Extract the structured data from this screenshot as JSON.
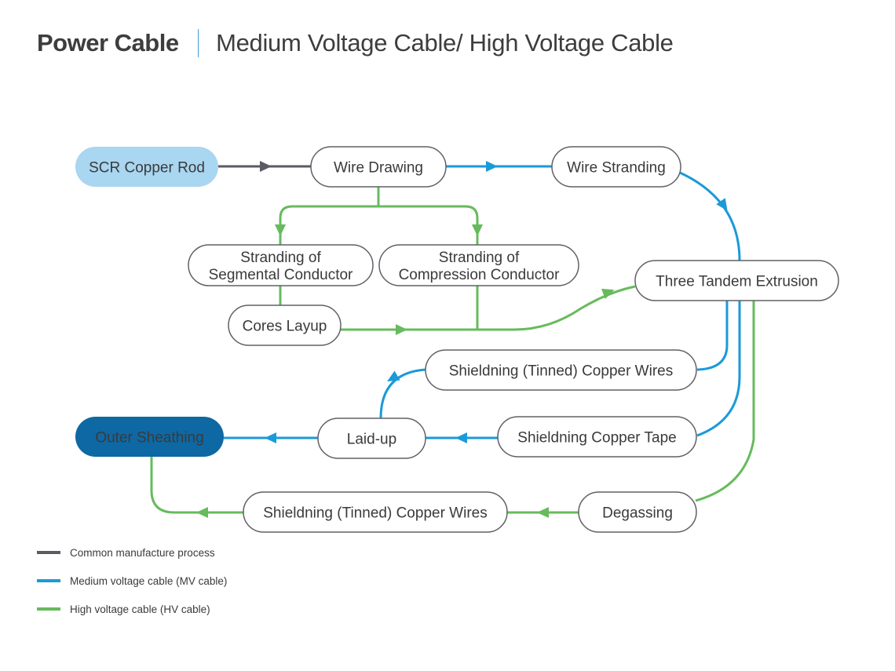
{
  "header": {
    "title": "Power Cable",
    "subtitle": "Medium Voltage Cable/ High Voltage Cable"
  },
  "colors": {
    "common": "#5a5b63",
    "mv": "#1a9ad9",
    "hv": "#66bb5c",
    "start_fill": "#a9d6f0",
    "end_fill": "#0e68a3",
    "node_border": "#606066"
  },
  "nodes": {
    "scr_copper_rod": {
      "lines": [
        "SCR Copper Rod"
      ]
    },
    "wire_drawing": {
      "lines": [
        "Wire Drawing"
      ]
    },
    "wire_stranding": {
      "lines": [
        "Wire Stranding"
      ]
    },
    "stranding_segmental": {
      "lines": [
        "Stranding of",
        "Segmental Conductor"
      ]
    },
    "stranding_compression": {
      "lines": [
        "Stranding of",
        "Compression Conductor"
      ]
    },
    "three_tandem_extrusion": {
      "lines": [
        "Three Tandem Extrusion"
      ]
    },
    "cores_layup": {
      "lines": [
        "Cores Layup"
      ]
    },
    "shielding_tinned_wires_mv": {
      "lines": [
        "Shieldning (Tinned) Copper Wires"
      ]
    },
    "laid_up": {
      "lines": [
        "Laid-up"
      ]
    },
    "shielding_copper_tape": {
      "lines": [
        "Shieldning Copper Tape"
      ]
    },
    "outer_sheathing": {
      "lines": [
        "Outer Sheathing"
      ]
    },
    "shielding_tinned_wires_hv": {
      "lines": [
        "Shieldning (Tinned) Copper Wires"
      ]
    },
    "degassing": {
      "lines": [
        "Degassing"
      ]
    }
  },
  "edges": [
    {
      "from": "SCR Copper Rod",
      "to": "Wire Drawing",
      "type": "common"
    },
    {
      "from": "Wire Drawing",
      "to": "Wire Stranding",
      "type": "mv"
    },
    {
      "from": "Wire Stranding",
      "to": "Three Tandem Extrusion",
      "type": "mv"
    },
    {
      "from": "Wire Drawing",
      "to": "Stranding of Segmental Conductor",
      "type": "hv"
    },
    {
      "from": "Wire Drawing",
      "to": "Stranding of Compression Conductor",
      "type": "hv"
    },
    {
      "from": "Stranding of Segmental Conductor",
      "to": "Cores Layup",
      "type": "hv"
    },
    {
      "from": "Cores Layup",
      "to": "Three Tandem Extrusion",
      "type": "hv"
    },
    {
      "from": "Stranding of Compression Conductor",
      "to": "Three Tandem Extrusion",
      "type": "hv"
    },
    {
      "from": "Three Tandem Extrusion",
      "to": "Shieldning (Tinned) Copper Wires",
      "type": "mv"
    },
    {
      "from": "Three Tandem Extrusion",
      "to": "Shieldning Copper Tape",
      "type": "mv"
    },
    {
      "from": "Shieldning (Tinned) Copper Wires",
      "to": "Laid-up",
      "type": "mv"
    },
    {
      "from": "Shieldning Copper Tape",
      "to": "Laid-up",
      "type": "mv"
    },
    {
      "from": "Laid-up",
      "to": "Outer Sheathing",
      "type": "mv"
    },
    {
      "from": "Three Tandem Extrusion",
      "to": "Degassing",
      "type": "hv"
    },
    {
      "from": "Degassing",
      "to": "Shieldning (Tinned) Copper Wires",
      "type": "hv"
    },
    {
      "from": "Shieldning (Tinned) Copper Wires",
      "to": "Outer Sheathing",
      "type": "hv"
    }
  ],
  "legend": [
    {
      "label": "Common manufacture process",
      "type": "common"
    },
    {
      "label": "Medium voltage cable (MV cable)",
      "type": "mv"
    },
    {
      "label": "High voltage cable (HV cable)",
      "type": "hv"
    }
  ]
}
